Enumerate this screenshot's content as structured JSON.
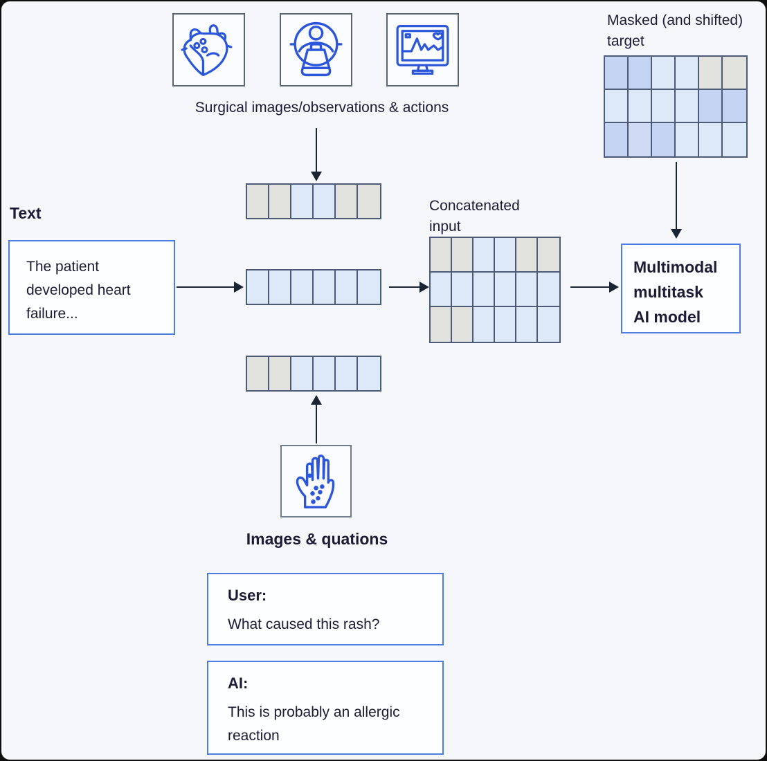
{
  "colors": {
    "background": "#f5f7fb",
    "cell_gray": "#e1e1dd",
    "cell_light_blue": "#dde9f9",
    "cell_mid_blue": "#cfdbf5",
    "cell_medium_blue": "#c3d3f1",
    "grid_line": "#4d5a76",
    "box_border_blue": "#4a7fe0",
    "icon_box_border": "#5c6470",
    "icon_stroke": "#2b56d9",
    "text": "#1b1b35",
    "arrow": "#1b2433"
  },
  "labels": {
    "surgical": "Surgical images/observations & actions",
    "text_section": "Text",
    "text_box": "The patient developed heart failure...",
    "concat_lines": [
      "Concatenated",
      "input"
    ],
    "masked_lines": [
      "Masked (and shifted)",
      "target"
    ],
    "model_lines": [
      "Multimodal",
      "multitask",
      "AI model"
    ],
    "images_questions": "Images & quations",
    "user_title": "User:",
    "user_text": "What caused this rash?",
    "ai_title": "AI:",
    "ai_text": "This is probably an allergic reaction"
  },
  "icons": {
    "heart": "anatomical-heart-icon",
    "scanner": "ct-scanner-icon",
    "monitor": "vitals-monitor-icon",
    "hand": "hand-rash-icon"
  },
  "grids": {
    "surgical_tokens": [
      "gray",
      "gray",
      "light",
      "light",
      "gray",
      "gray"
    ],
    "text_tokens": [
      "light",
      "light",
      "light",
      "light",
      "light",
      "light"
    ],
    "image_question_tokens": [
      "gray",
      "gray",
      "light",
      "light",
      "light",
      "light"
    ],
    "concatenated_input": [
      [
        "gray",
        "gray",
        "light",
        "light",
        "gray",
        "gray"
      ],
      [
        "light",
        "light",
        "light",
        "light",
        "light",
        "light"
      ],
      [
        "gray",
        "gray",
        "light",
        "light",
        "light",
        "light"
      ]
    ],
    "masked_target": [
      [
        "medium",
        "medium",
        "light",
        "light",
        "gray",
        "gray"
      ],
      [
        "light",
        "light",
        "light",
        "light",
        "medium",
        "medium"
      ],
      [
        "medium",
        "mid",
        "medium",
        "light",
        "light",
        "light"
      ]
    ]
  }
}
